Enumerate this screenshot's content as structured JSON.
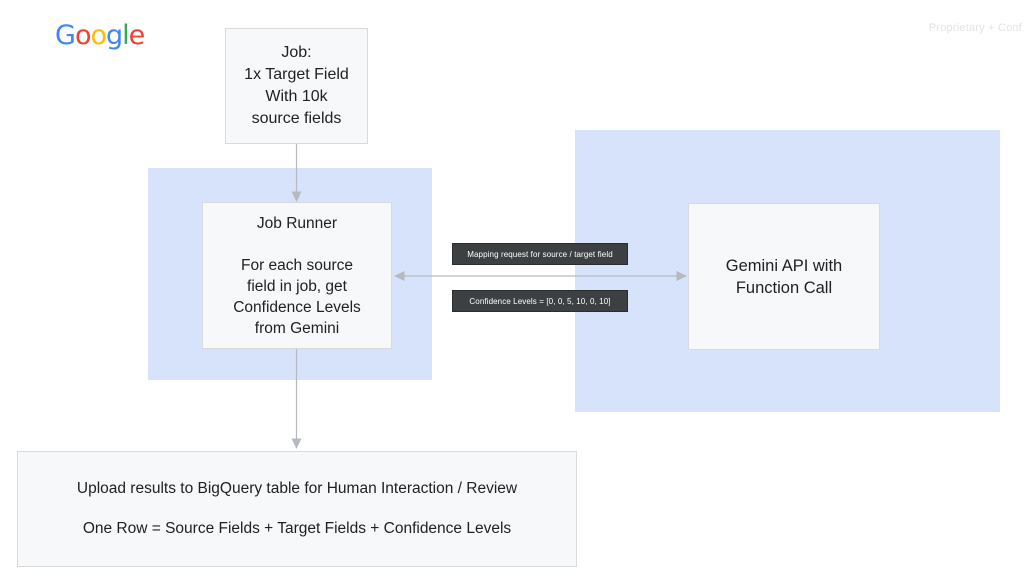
{
  "brand": {
    "logo_text": "Google",
    "letters": [
      {
        "ch": "G",
        "color": "#4285F4"
      },
      {
        "ch": "o",
        "color": "#EA4335"
      },
      {
        "ch": "o",
        "color": "#FBBC05"
      },
      {
        "ch": "g",
        "color": "#4285F4"
      },
      {
        "ch": "l",
        "color": "#34A853"
      },
      {
        "ch": "e",
        "color": "#EA4335"
      }
    ]
  },
  "watermark": "Proprietary + Conf",
  "nodes": {
    "job": {
      "text": "Job:\n1x Target Field\nWith 10k\nsource fields"
    },
    "job_runner": {
      "text": "Job Runner\n\nFor each source\nfield in job, get\nConfidence Levels\nfrom Gemini"
    },
    "gemini": {
      "text": "Gemini API with\nFunction Call"
    },
    "results": {
      "text": "Upload results to BigQuery table for Human Interaction / Review\n\nOne Row = Source Fields + Target Fields + Confidence Levels"
    }
  },
  "messages": {
    "request": "Mapping request for source / target field",
    "response": "Confidence Levels = [0, 0, 5, 10, 0, 10]"
  },
  "colors": {
    "panel_blue": "#d6e3fb",
    "node_fill": "#f7f8f9",
    "node_border": "#d9dadc",
    "node_text": "#202124",
    "message_fill": "#3c4043",
    "message_text": "#ffffff",
    "arrow": "#b6b9bd",
    "watermark_text": "#e3e3e4"
  }
}
